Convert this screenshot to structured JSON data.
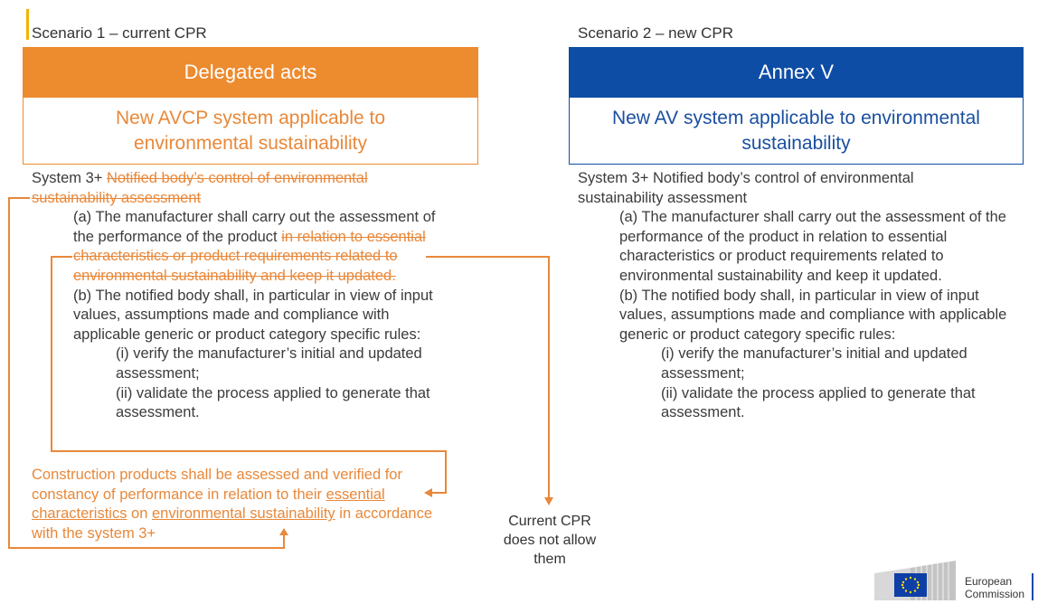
{
  "left": {
    "scenario_label": "Scenario 1 – current CPR",
    "header": "Delegated acts",
    "subheader": "New AVCP system applicable to environmental sustainability",
    "system_prefix": "System 3+ ",
    "system_struck": "Notified body’s control of environmental sustainability assessment",
    "a_normal": "(a) The manufacturer shall carry out the assessment of the performance of the product ",
    "a_struck": "in relation to essential characteristics or product requirements related to environmental sustainability and keep it updated.",
    "b_text": "(b) The notified body shall, in particular in view of input values, assumptions made and compliance with applicable generic or product category specific rules:",
    "b_i": "(i) verify the manufacturer’s initial and updated assessment;",
    "b_ii": "(ii) validate the process applied to generate that assessment.",
    "construction_1": "Construction products shall be assessed and verified for constancy of performance in relation to their ",
    "construction_u1": "essential characteristics",
    "construction_2": " on ",
    "construction_u2": "environmental sustainability",
    "construction_3": " in accordance with the system 3+"
  },
  "right": {
    "scenario_label": "Scenario 2 – new CPR",
    "header": "Annex V",
    "subheader": "New AV system applicable to environmental sustainability",
    "system_line": "System 3+ Notified body’s control of environmental sustainability assessment",
    "a_text": "(a) The manufacturer shall carry out the assessment of the performance of the product in relation to essential characteristics or product requirements related to environmental sustainability and keep it updated.",
    "b_text": "(b) The notified body shall, in particular in view of input values, assumptions made and compliance with applicable generic or product category specific rules:",
    "b_i": "(i) verify the manufacturer’s initial and updated assessment;",
    "b_ii": "(ii) validate the process applied to generate that assessment."
  },
  "note": "Current CPR does not allow them",
  "footer": {
    "logo_line1": "European",
    "logo_line2": "Commission"
  },
  "colors": {
    "orange": "#ed8b2f",
    "orange_text": "#e8883a",
    "blue": "#0e4da6",
    "blue_text": "#1a4fa0"
  }
}
